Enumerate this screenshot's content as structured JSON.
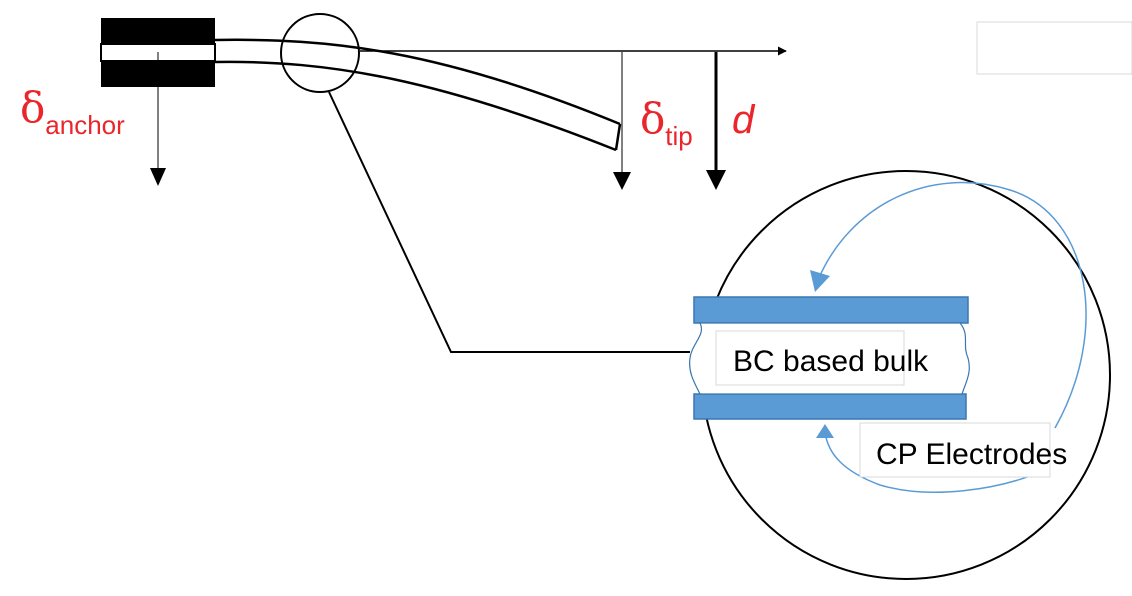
{
  "labels": {
    "delta_symbol": "δ",
    "anchor_sub": "anchor",
    "tip_sub": "tip",
    "d": "d",
    "bulk": "BC based bulk",
    "electrodes": "CP Electrodes"
  },
  "colors": {
    "label_red": "#e8262b",
    "electrode_blue": "#5b9bd5",
    "electrode_stroke": "#3a77b0",
    "arrow_blue": "#5b9bd5",
    "clamp": "#000000"
  }
}
